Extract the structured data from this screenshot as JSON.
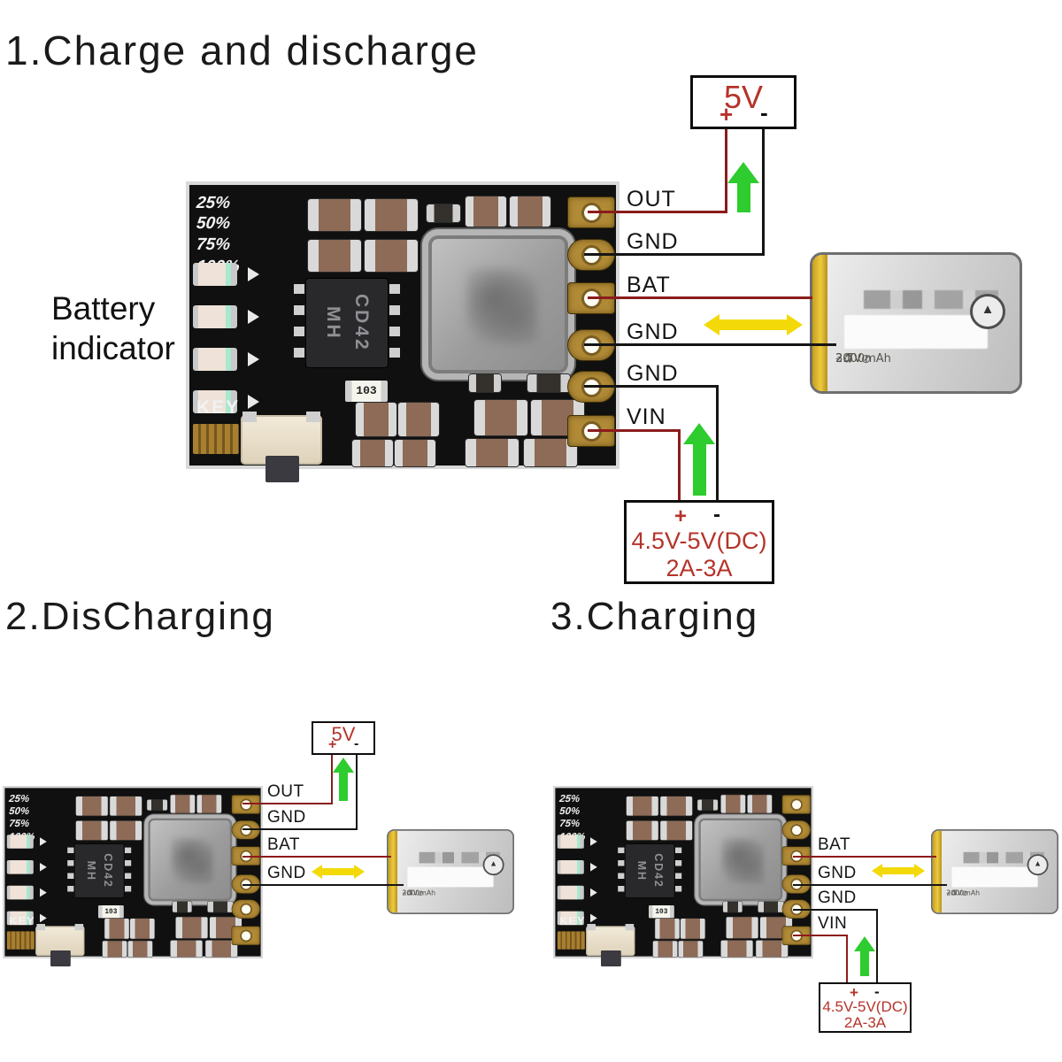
{
  "sections": {
    "one": {
      "title": "1.Charge and discharge",
      "pins": [
        "OUT",
        "GND",
        "BAT",
        "GND",
        "GND",
        "VIN"
      ],
      "supply": {
        "label": "5V",
        "plus": "+",
        "minus": "-"
      },
      "dc": {
        "plus": "+",
        "minus": "-",
        "line1": "4.5V-5V(DC)",
        "line2": "2A-3A"
      }
    },
    "two": {
      "title": "2.DisCharging",
      "pins": [
        "OUT",
        "GND",
        "BAT",
        "GND"
      ],
      "supply": {
        "label": "5V",
        "plus": "+",
        "minus": "-"
      }
    },
    "three": {
      "title": "3.Charging",
      "pins": [
        "BAT",
        "GND",
        "GND",
        "VIN"
      ],
      "dc": {
        "plus": "+",
        "minus": "-",
        "line1": "4.5V-5V(DC)",
        "line2": "2A-3A"
      }
    }
  },
  "battery_indicator": {
    "line1": "Battery",
    "line2": "indicator"
  },
  "pcb": {
    "percent_labels": [
      "25%",
      "50%",
      "75%",
      "100%"
    ],
    "key_label": "KEY",
    "chip_line1": "MH",
    "chip_line2": "CD42",
    "resistor_label": "103"
  },
  "battery": {
    "minus": "-",
    "voltage": "3.7V",
    "capacity": "2000mAh",
    "cert_mark": "▲",
    "recycle_icon": "♻",
    "no_bin_icon": "⊘"
  },
  "colors": {
    "wire_red": "#8b1c1c",
    "wire_black": "#151515",
    "box_text_red": "#b5332a",
    "arrow_green": "#2ecc2e",
    "arrow_yellow": "#f3d908",
    "pcb_black": "#101010",
    "pad_gold": "#b08a36",
    "battery_tape_yellow": "#eeca40"
  }
}
